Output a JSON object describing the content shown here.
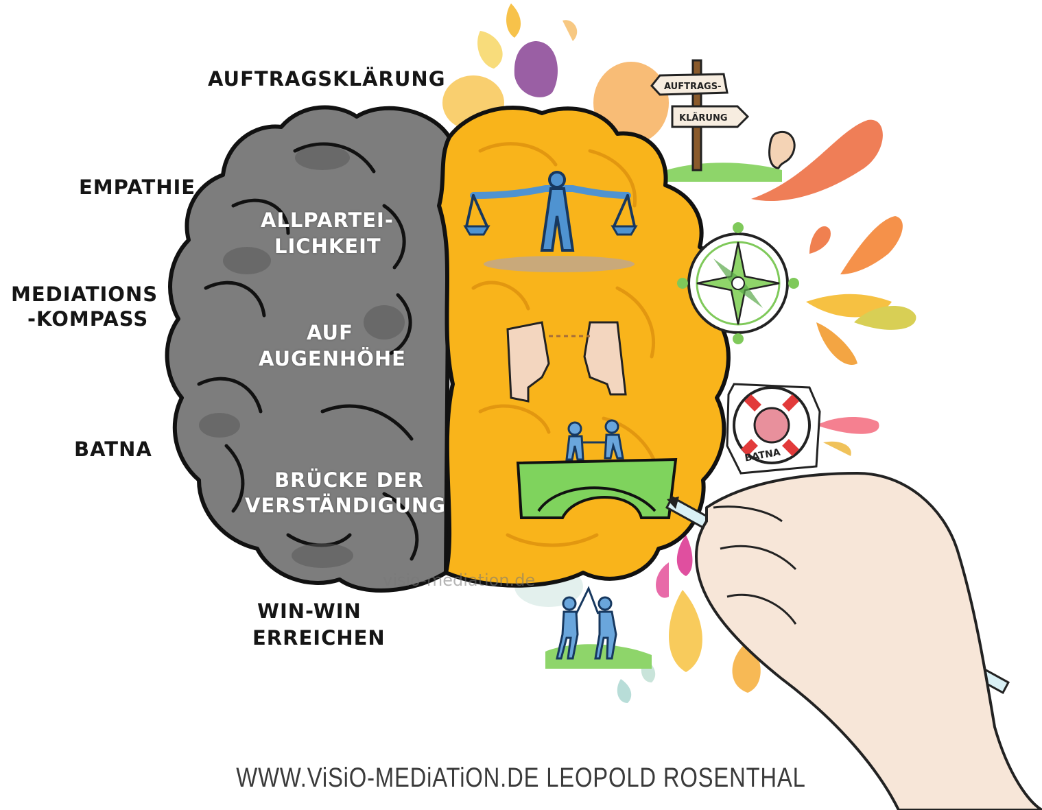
{
  "labels": {
    "auftragsklaerung": "AUFTRAGSKLÄRUNG",
    "empathie": "EMPATHIE",
    "mediations_kompass": [
      "MEDIATIONS",
      "-KOMPASS"
    ],
    "batna": "BATNA",
    "win_win": [
      "WIN-WIN",
      "ERREICHEN"
    ]
  },
  "brain_text": {
    "allparteilichkeit": [
      "ALLPARTEI-",
      "LICHKEIT"
    ],
    "auf_augenhoehe": [
      "AUF",
      "AUGENHÖHE"
    ],
    "bruecke": [
      "BRÜCKE DER",
      "VERSTÄNDIGUNG"
    ]
  },
  "signpost": {
    "top": "AUFTRAGS-",
    "bottom": "KLÄRUNG"
  },
  "lifebuoy_label": "BATNA",
  "watermark": "visio-mediation.de",
  "footer": "WWW.ViSiO-MEDiATiON.DE   LEOPOLD ROSENTHAL",
  "colors": {
    "brain_left": "#7d7d7d",
    "brain_right": "#f9b41b",
    "figures": "#4f93d1",
    "bridge": "#7fd35d"
  }
}
